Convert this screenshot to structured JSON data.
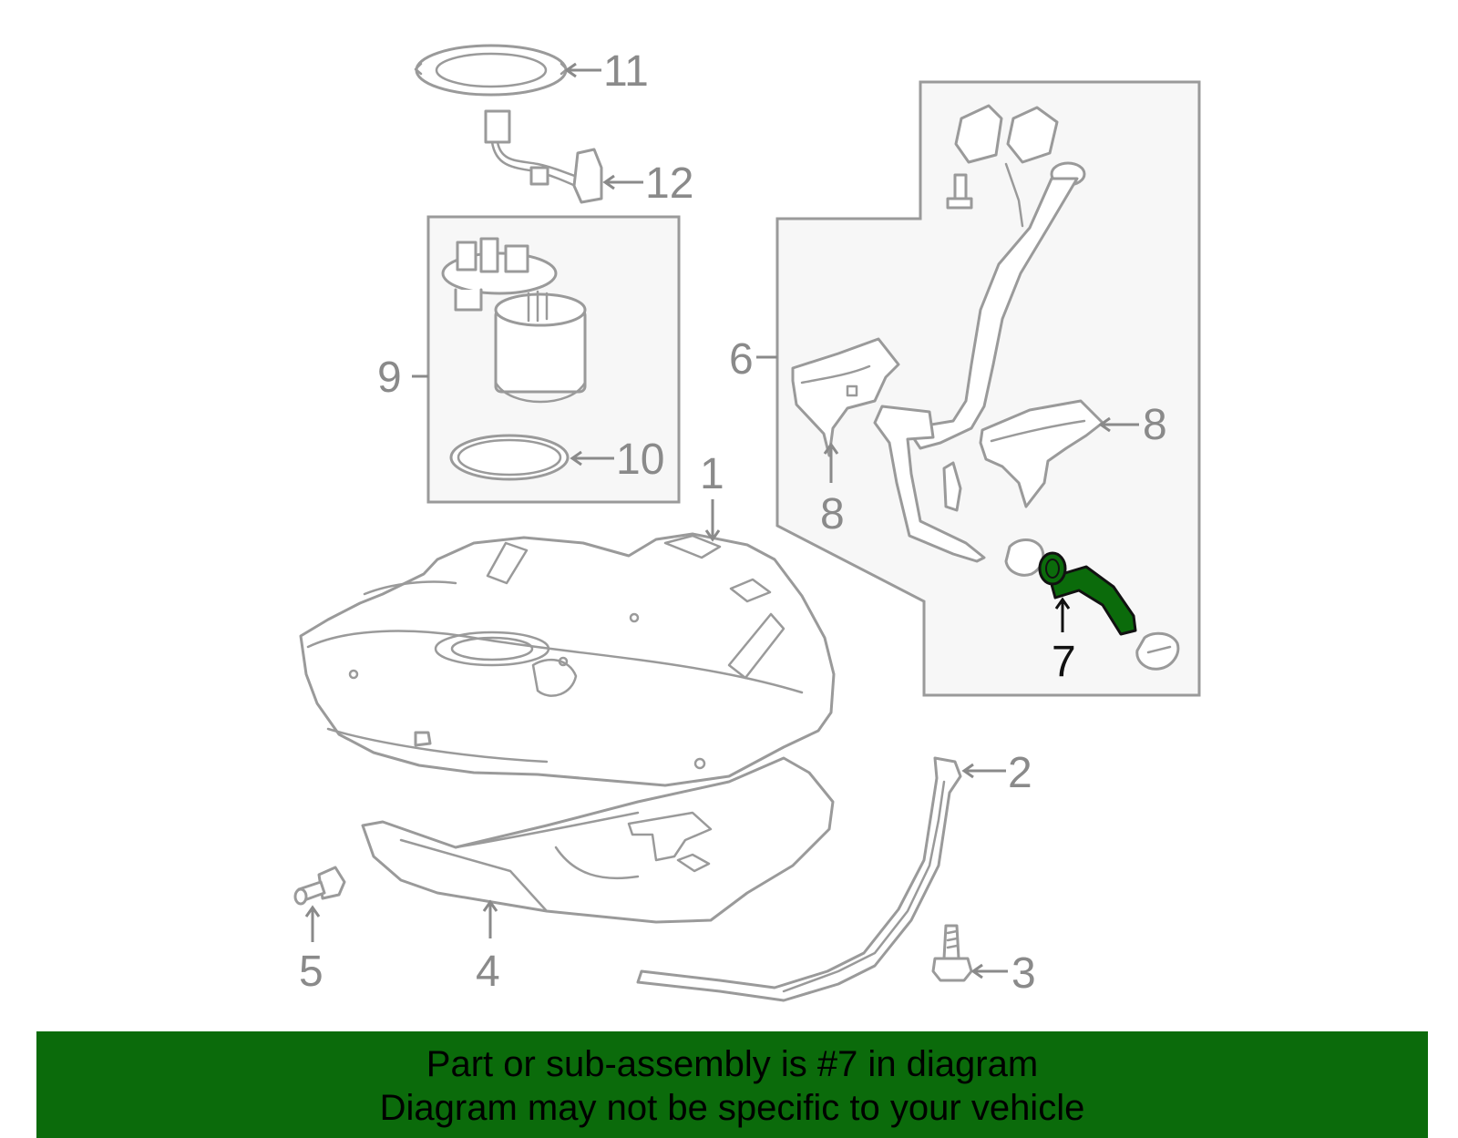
{
  "callouts": {
    "c1": "1",
    "c2": "2",
    "c3": "3",
    "c4": "4",
    "c5": "5",
    "c6": "6",
    "c7": "7",
    "c8a": "8",
    "c8b": "8",
    "c9": "9",
    "c10": "10",
    "c11": "11",
    "c12": "12"
  },
  "highlight_part": "7",
  "colors": {
    "highlight": "#0b6b0b",
    "line": "#9a9a9a",
    "banner": "#0b6b0b"
  },
  "banner": {
    "line1": "Part or sub-assembly is #7 in diagram",
    "line2": "Diagram may not be specific to your vehicle"
  }
}
